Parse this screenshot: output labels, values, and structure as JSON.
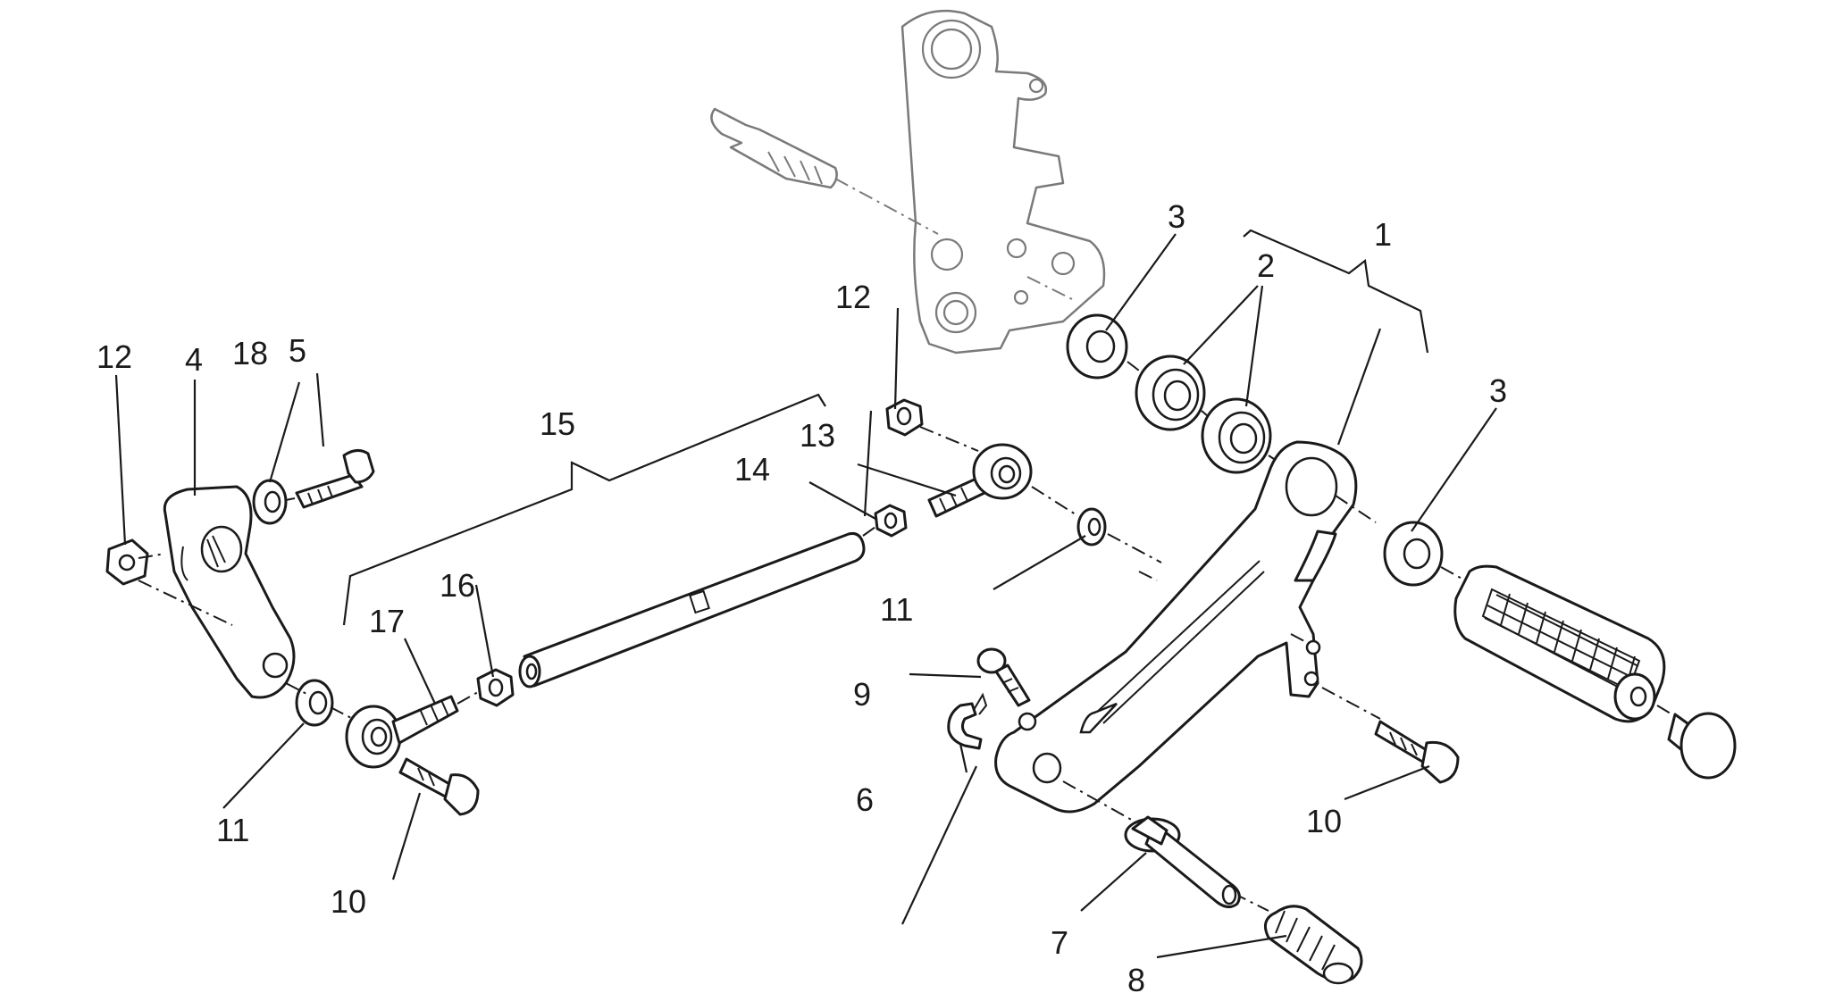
{
  "callouts": [
    {
      "id": "c1",
      "text": "1"
    },
    {
      "id": "c2",
      "text": "2"
    },
    {
      "id": "c3a",
      "text": "3"
    },
    {
      "id": "c3b",
      "text": "3"
    },
    {
      "id": "c4",
      "text": "4"
    },
    {
      "id": "c5",
      "text": "5"
    },
    {
      "id": "c6",
      "text": "6"
    },
    {
      "id": "c7",
      "text": "7"
    },
    {
      "id": "c8",
      "text": "8"
    },
    {
      "id": "c9",
      "text": "9"
    },
    {
      "id": "c10a",
      "text": "10"
    },
    {
      "id": "c10b",
      "text": "10"
    },
    {
      "id": "c11a",
      "text": "11"
    },
    {
      "id": "c11b",
      "text": "11"
    },
    {
      "id": "c12a",
      "text": "12"
    },
    {
      "id": "c12b",
      "text": "12"
    },
    {
      "id": "c13",
      "text": "13"
    },
    {
      "id": "c14",
      "text": "14"
    },
    {
      "id": "c15",
      "text": "15"
    },
    {
      "id": "c16",
      "text": "16"
    },
    {
      "id": "c17",
      "text": "17"
    },
    {
      "id": "c18",
      "text": "18"
    }
  ]
}
